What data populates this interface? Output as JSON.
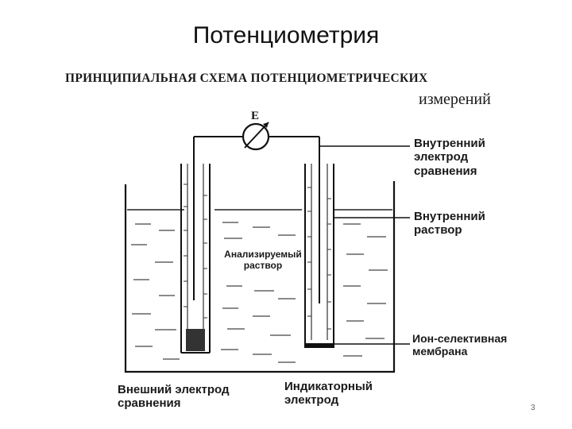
{
  "slide": {
    "title": "Потенциометрия",
    "heading_line1": "ПРИНЦИПИАЛЬНАЯ СХЕМА ПОТЕНЦИОМЕТРИЧЕСКИХ",
    "heading_line2": "измерений",
    "page_number": "3"
  },
  "diagram": {
    "meter_symbol": "E",
    "labels": {
      "inner_reference_electrode": [
        "Внутренний",
        "электрод",
        "сравнения"
      ],
      "inner_solution": [
        "Внутренний",
        "раствор"
      ],
      "membrane": [
        "Ион-селективная",
        "мембрана"
      ],
      "analyte_solution": [
        "Анализируемый",
        "раствор"
      ],
      "external_reference_electrode": [
        "Внешний электрод",
        "сравнения"
      ],
      "indicator_electrode": [
        "Индикаторный",
        "электрод"
      ]
    }
  }
}
